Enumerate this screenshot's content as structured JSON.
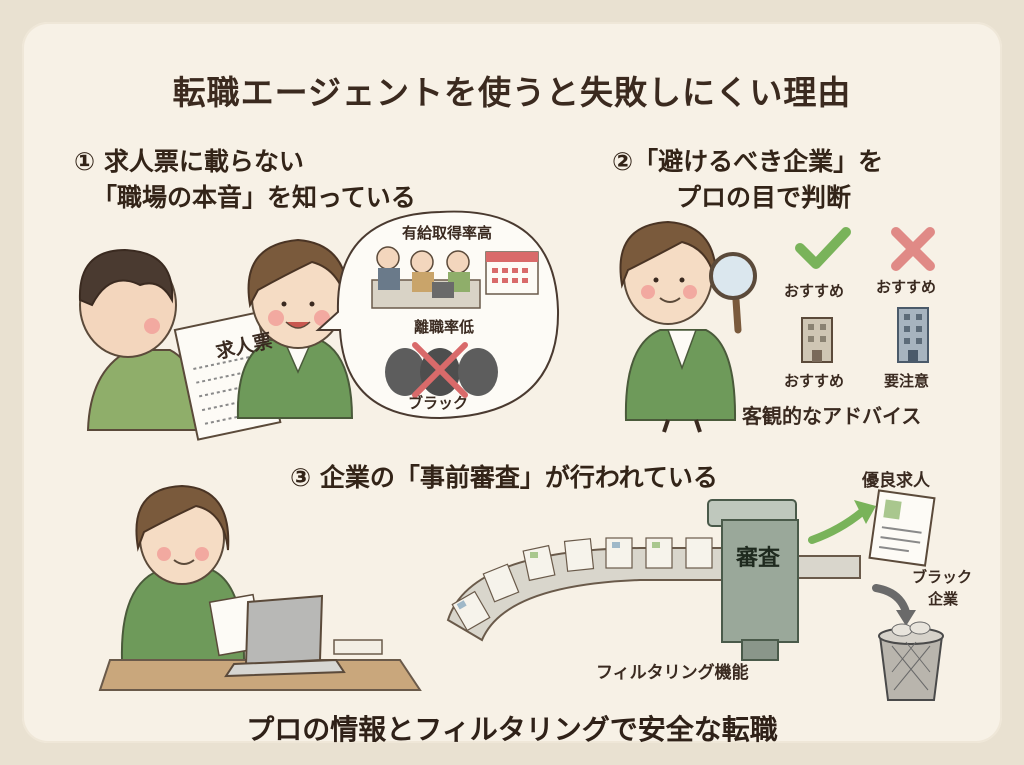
{
  "title": "転職エージェントを使うと失敗しにくい理由",
  "section1": {
    "heading_line1": "① 求人票に載らない",
    "heading_line2": "「職場の本音」を知っている",
    "bubble_top": "有給取得率高",
    "bubble_mid": "離職率低",
    "bubble_bottom": "ブラック",
    "paper_label": "求人票"
  },
  "section2": {
    "heading_line1": "②「避けるべき企業」を",
    "heading_line2": "プロの目で判断",
    "check_label": "おすすめ",
    "cross_label": "おすすめ",
    "building1_label": "おすすめ",
    "building2_label": "要注意",
    "caption": "客観的なアドバイス"
  },
  "section3": {
    "heading": "③ 企業の「事前審査」が行われている",
    "machine_label": "審査",
    "good_label": "優良求人",
    "bad_label_line1": "ブラック",
    "bad_label_line2": "企業",
    "filter_caption": "フィルタリング機能"
  },
  "footer": "プロの情報とフィルタリングで安全な転職",
  "colors": {
    "background": "#f7f1e6",
    "jacket_green": "#6e9a5a",
    "accent_red": "#d96a6a",
    "check_green": "#79b35a",
    "text_brown": "#3b2a1f"
  }
}
